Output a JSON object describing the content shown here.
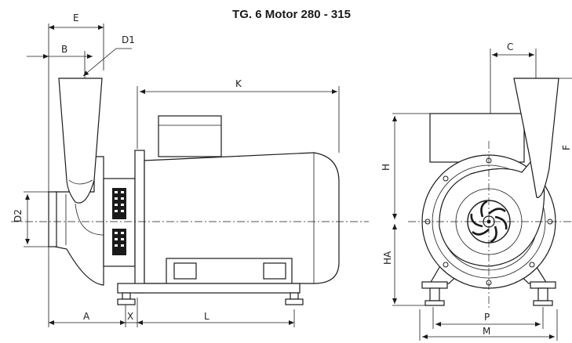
{
  "title": "TG. 6 Motor 280 - 315",
  "labels": {
    "E": "E",
    "B": "B",
    "D1": "D1",
    "K": "K",
    "D2": "D2",
    "A": "A",
    "X": "X",
    "L": "L",
    "C": "C",
    "F": "F",
    "H": "H",
    "HA": "HA",
    "P": "P",
    "M": "M"
  }
}
